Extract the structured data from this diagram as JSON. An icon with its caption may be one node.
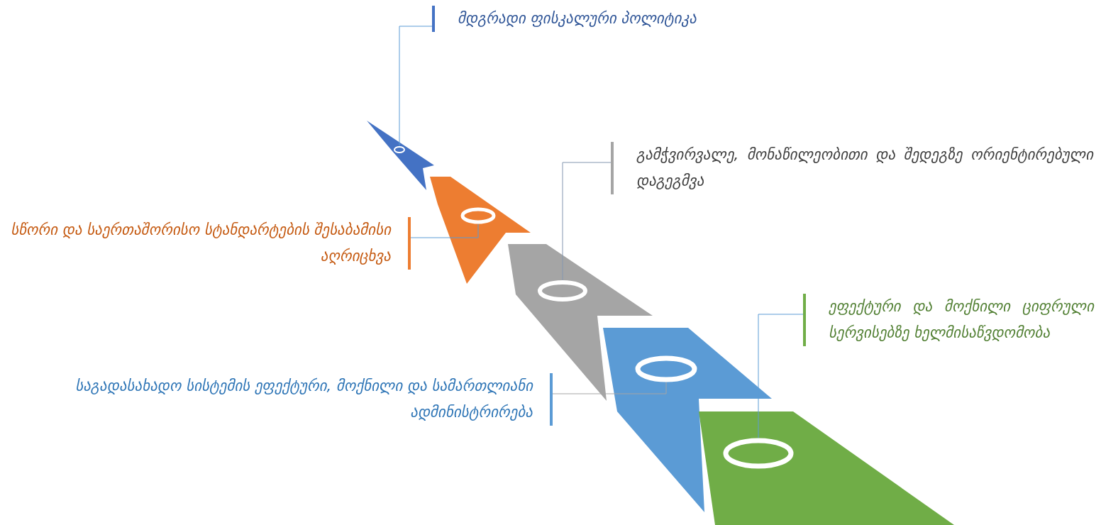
{
  "diagram": {
    "nodes": [
      {
        "text": [
          "მდგრადი ფისკალური პოლიტიკა"
        ]
      },
      {
        "text": [
          "გამჭვირვალე, მონაწილეობითი და შედეგზე ორიენტირებული დაგეგმვა"
        ]
      },
      {
        "text": [
          "სწორი და საერთაშორისო სტანდარტების შესაბამისი აღრიცხვა"
        ]
      },
      {
        "text": [
          "ეფექტური და მოქნილი ციფრული სერვისებზე ხელმისაწვდომობა"
        ]
      },
      {
        "text": [
          "საგადასახადო სისტემის ეფექტური, მოქნილი და სამართლიანი ადმინისტრირება"
        ]
      },
      {
        "text": [],
        "shape": "circle"
      },
      {
        "text": [],
        "shape": "circle"
      },
      {
        "text": [],
        "shape": "circle"
      },
      {
        "text": [],
        "shape": "circle"
      },
      {
        "text": [],
        "shape": "circle"
      }
    ],
    "edges": [
      {
        "from": 0,
        "to": 5,
        "arrow": "none"
      },
      {
        "from": 2,
        "to": 6,
        "arrow": "none"
      },
      {
        "from": 1,
        "to": 7,
        "arrow": "none"
      },
      {
        "from": 4,
        "to": 8,
        "arrow": "none"
      },
      {
        "from": 3,
        "to": 9,
        "arrow": "none"
      }
    ]
  }
}
